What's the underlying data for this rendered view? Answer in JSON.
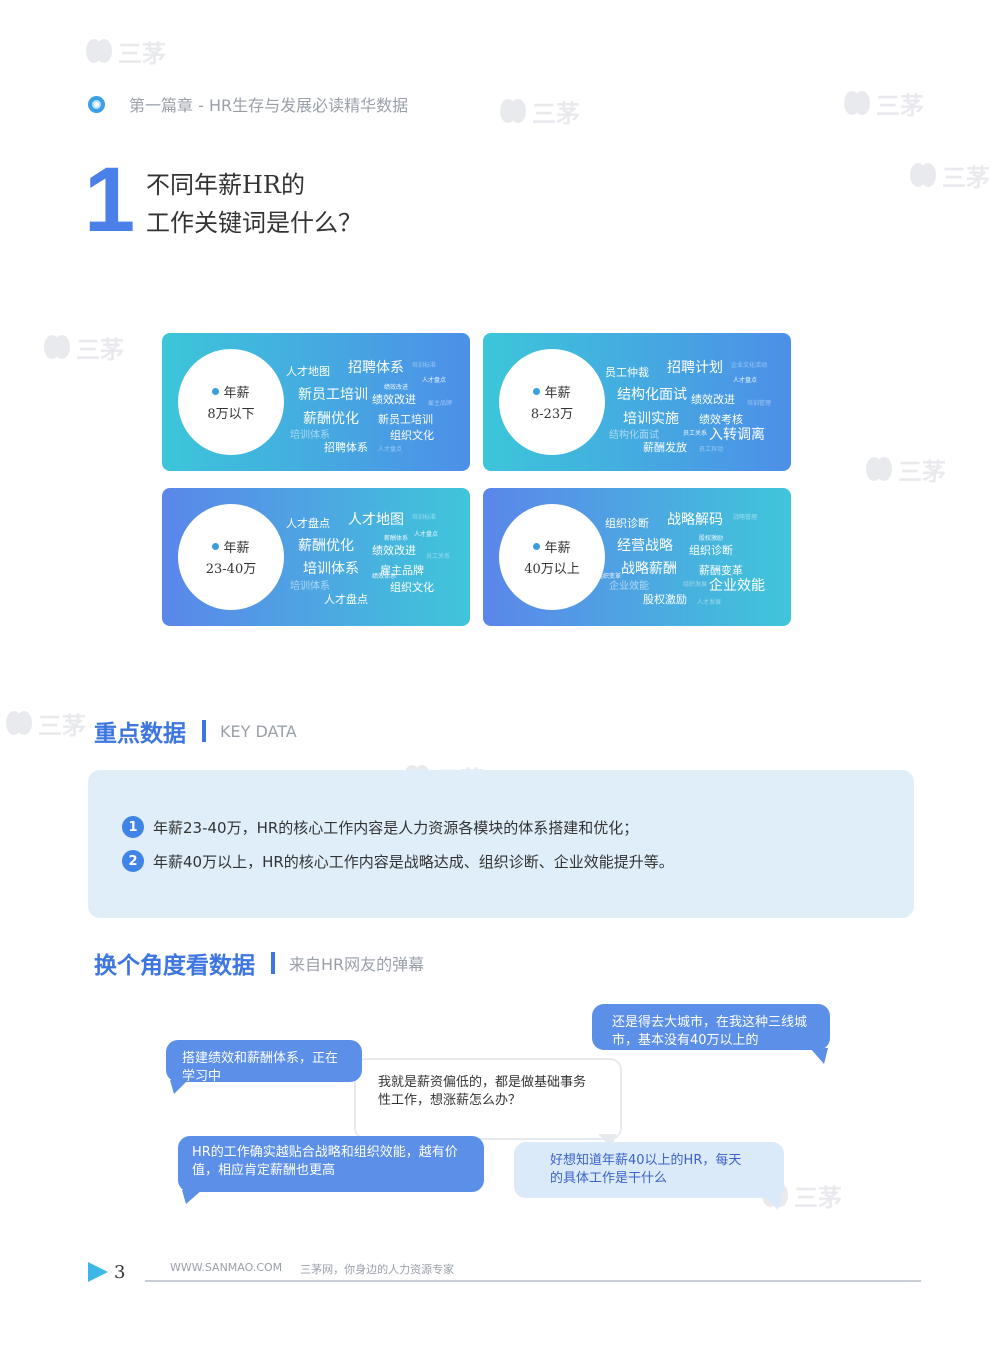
{
  "watermark_text": "三茅",
  "chapter": {
    "text": "第一篇章 - HR生存与发展必读精华数据"
  },
  "section1": {
    "number": "1",
    "title_line1": "不同年薪HR的",
    "title_line2": "工作关键词是什么？"
  },
  "cards": [
    {
      "label": "年薪",
      "range": "8万以下",
      "keywords": [
        "人才地图",
        "招聘体系",
        "新员工培训",
        "绩效改进",
        "薪酬优化",
        "新员工培训",
        "组织文化",
        "培训体系",
        "招聘体系",
        "人才盘点",
        "培训标准",
        "绩效改进",
        "雇主品牌",
        "人才盘点"
      ]
    },
    {
      "label": "年薪",
      "range": "8-23万",
      "keywords": [
        "员工仲裁",
        "招聘计划",
        "结构化面试",
        "绩效改进",
        "培训实施",
        "绩效考核",
        "结构化面试",
        "入转调离",
        "薪酬发放",
        "人才盘点",
        "企业文化活动",
        "培训管理",
        "员工关系",
        "员工异动"
      ]
    },
    {
      "label": "年薪",
      "range": "23-40万",
      "keywords": [
        "人才盘点",
        "人才地图",
        "薪酬优化",
        "绩效改进",
        "培训体系",
        "雇主品牌",
        "培训体系",
        "组织文化",
        "人才盘点",
        "人才盘点",
        "培训标准",
        "薪酬体系",
        "绩效体系",
        "员工关系"
      ]
    },
    {
      "label": "年薪",
      "range": "40万以上",
      "keywords": [
        "组织诊断",
        "战略解码",
        "经营战略",
        "组织诊断",
        "战略薪酬",
        "薪酬变革",
        "企业效能",
        "企业效能",
        "股权激励",
        "股权激励",
        "组织发展",
        "战略管理",
        "人才发展",
        "组织变革"
      ]
    }
  ],
  "key_data": {
    "heading": "重点数据",
    "subheading": "KEY DATA",
    "items": [
      {
        "num": "1",
        "text": "年薪23-40万，HR的核心工作内容是人力资源各模块的体系搭建和优化；"
      },
      {
        "num": "2",
        "text": "年薪40万以上，HR的核心工作内容是战略达成、组织诊断、企业效能提升等。"
      }
    ]
  },
  "angle": {
    "heading": "换个角度看数据",
    "subheading": "来自HR网友的弹幕",
    "bubbles": [
      {
        "text": "搭建绩效和薪酬体系，正在学习中"
      },
      {
        "text": "我就是薪资偏低的，都是做基础事务性工作，想涨薪怎么办？"
      },
      {
        "text": "还是得去大城市，在我这种三线城市，基本没有40万以上的"
      },
      {
        "text": "HR的工作确实越贴合战略和组织效能，越有价值，相应肯定薪酬也更高"
      },
      {
        "text": "好想知道年薪40以上的HR，每天的具体工作是干什么"
      }
    ]
  },
  "footer": {
    "page": "3",
    "site": "WWW.SANMAO.COM",
    "slogan": "三茅网，你身边的人力资源专家"
  },
  "colors": {
    "accent": "#3d76e0",
    "teal": "#3cc6d9",
    "keybox": "#dfeef9"
  }
}
